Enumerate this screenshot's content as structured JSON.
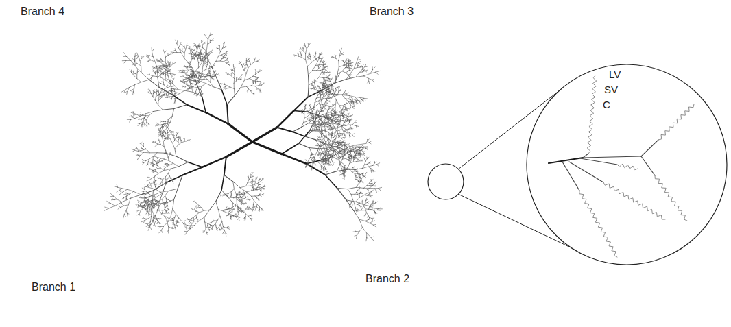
{
  "diagram": {
    "labels": [
      "Branch 4",
      "Branch 3",
      "LV",
      "SV",
      "C",
      "Branch 1",
      "Branch 2"
    ]
  }
}
